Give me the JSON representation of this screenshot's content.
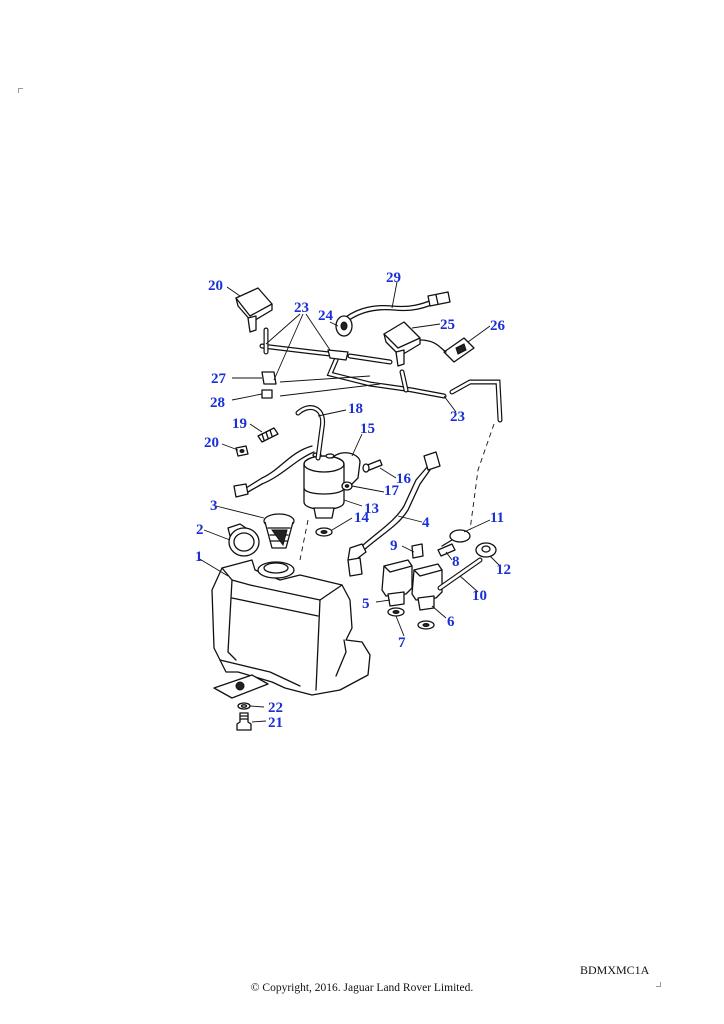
{
  "diagram_code": "BDMXMC1A",
  "copyright": "© Copyright, 2016. Jaguar Land Rover Limited.",
  "callouts": {
    "c1": "1",
    "c2": "2",
    "c3": "3",
    "c4": "4",
    "c5": "5",
    "c6": "6",
    "c7": "7",
    "c8": "8",
    "c9": "9",
    "c10": "10",
    "c11": "11",
    "c12": "12",
    "c13": "13",
    "c14": "14",
    "c15": "15",
    "c16": "16",
    "c17": "17",
    "c18": "18",
    "c19": "19",
    "c20a": "20",
    "c20b": "20",
    "c21": "21",
    "c22": "22",
    "c23a": "23",
    "c23b": "23",
    "c24": "24",
    "c25": "25",
    "c26": "26",
    "c27": "27",
    "c28": "28",
    "c29": "29"
  },
  "colors": {
    "callout": "#1a2fd6",
    "line": "#111111"
  }
}
